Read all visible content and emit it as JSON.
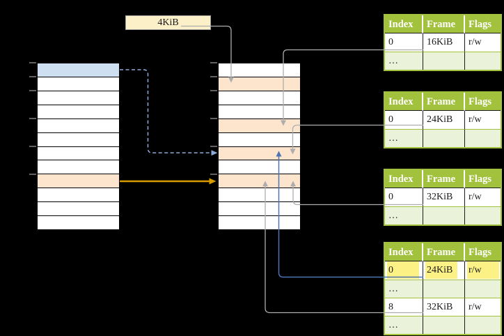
{
  "label_box": {
    "text": "4KiB"
  },
  "memory": {
    "virtual_column": {
      "rows": [
        "blue",
        "white",
        "white",
        "white",
        "white",
        "white",
        "white",
        "white",
        "orange",
        "white",
        "white",
        "white"
      ]
    },
    "physical_column": {
      "rows": [
        "white",
        "orange",
        "white",
        "white",
        "orange",
        "white",
        "orange",
        "white",
        "orange",
        "white",
        "white",
        "white"
      ]
    }
  },
  "page_tables": [
    {
      "name": "page-table-frame-16kib",
      "headers": [
        "Index",
        "Frame",
        "Flags"
      ],
      "rows": [
        {
          "cells": [
            "0",
            "16KiB",
            "r/w"
          ],
          "shade": "white",
          "highlight": false
        },
        {
          "cells": [
            "…",
            "",
            ""
          ],
          "shade": "green",
          "highlight": false
        }
      ]
    },
    {
      "name": "page-table-frame-24kib",
      "headers": [
        "Index",
        "Frame",
        "Flags"
      ],
      "rows": [
        {
          "cells": [
            "0",
            "24KiB",
            "r/w"
          ],
          "shade": "white",
          "highlight": false
        },
        {
          "cells": [
            "…",
            "",
            ""
          ],
          "shade": "green",
          "highlight": false
        }
      ]
    },
    {
      "name": "page-table-frame-32kib",
      "headers": [
        "Index",
        "Frame",
        "Flags"
      ],
      "rows": [
        {
          "cells": [
            "0",
            "32KiB",
            "r/w"
          ],
          "shade": "white",
          "highlight": false
        },
        {
          "cells": [
            "…",
            "",
            ""
          ],
          "shade": "green",
          "highlight": false
        }
      ]
    },
    {
      "name": "level1-page-table",
      "headers": [
        "Index",
        "Frame",
        "Flags"
      ],
      "rows": [
        {
          "cells": [
            "0",
            "24KiB",
            "r/w"
          ],
          "shade": "white",
          "highlight": true
        },
        {
          "cells": [
            "…",
            "",
            ""
          ],
          "shade": "green",
          "highlight": false
        },
        {
          "cells": [
            "8",
            "32KiB",
            "r/w"
          ],
          "shade": "white",
          "highlight": false
        },
        {
          "cells": [
            "…",
            "",
            ""
          ],
          "shade": "green",
          "highlight": false
        }
      ]
    }
  ],
  "colors": {
    "table-green": "#a2c13c",
    "table-green-light": "#ebf2da",
    "cell-blue": "#cfdff2",
    "cell-orange": "#fce4cd",
    "box-cream": "#fcf0c8",
    "highlight-yellow": "#fbf184",
    "line-gray": "#adadad",
    "arrow-orange": "#d79b00",
    "arrow-blue": "#4d74b4",
    "arrow-blue-dashed": "#8fa9d8",
    "tick-gray": "#8c8c8c"
  }
}
